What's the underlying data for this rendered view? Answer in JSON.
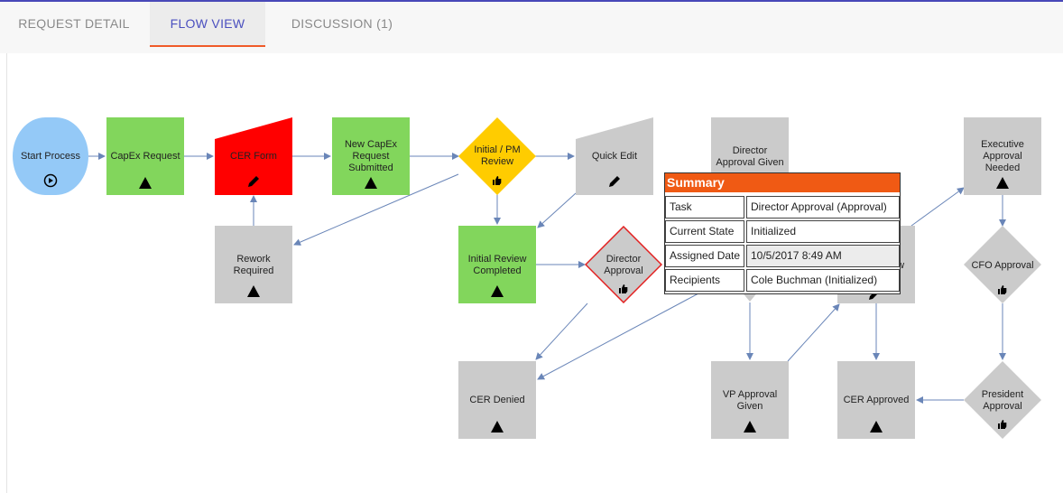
{
  "tabs": [
    {
      "label": "REQUEST DETAIL"
    },
    {
      "label": "FLOW VIEW"
    },
    {
      "label": "DISCUSSION (1)"
    }
  ],
  "nodes": {
    "start": "Start Process",
    "capex_request": "CapEx Request",
    "cer_form": "CER Form",
    "new_capex": [
      "New CapEx",
      "Request",
      "Submitted"
    ],
    "initial_pm": [
      "Initial / PM",
      "Review"
    ],
    "quick_edit": "Quick Edit",
    "director_given": [
      "Director",
      "Approval Given"
    ],
    "rework": [
      "Rework",
      "Required"
    ],
    "initial_review_completed": [
      "Initial Review",
      "Completed"
    ],
    "director_approval": [
      "Director",
      "Approval"
    ],
    "cer_denied": "CER Denied",
    "vp_given": [
      "VP Approval",
      "Given"
    ],
    "review_partial": "ew",
    "cer_approved": "CER Approved",
    "exec_needed": [
      "Executive",
      "Approval",
      "Needed"
    ],
    "cfo_approval": "CFO Approval",
    "president_approval": [
      "President",
      "Approval"
    ]
  },
  "summary": {
    "title": "Summary",
    "rows": [
      {
        "key": "Task",
        "value": "Director Approval (Approval)"
      },
      {
        "key": "Current State",
        "value": "Initialized"
      },
      {
        "key": "Assigned Date",
        "value": "10/5/2017 8:49 AM"
      },
      {
        "key": "Recipients",
        "value": "Cole Buchman (Initialized)"
      }
    ]
  },
  "colors": {
    "start": "#94c9f7",
    "complete": "#82d65c",
    "current": "#ff0000",
    "decision_active": "#ffcc00",
    "pending": "#cbcbcb",
    "connector": "#6a86b8",
    "summary_header": "#f05a14",
    "tab_active": "#4a4fbf",
    "tab_underline": "#f05a28"
  }
}
